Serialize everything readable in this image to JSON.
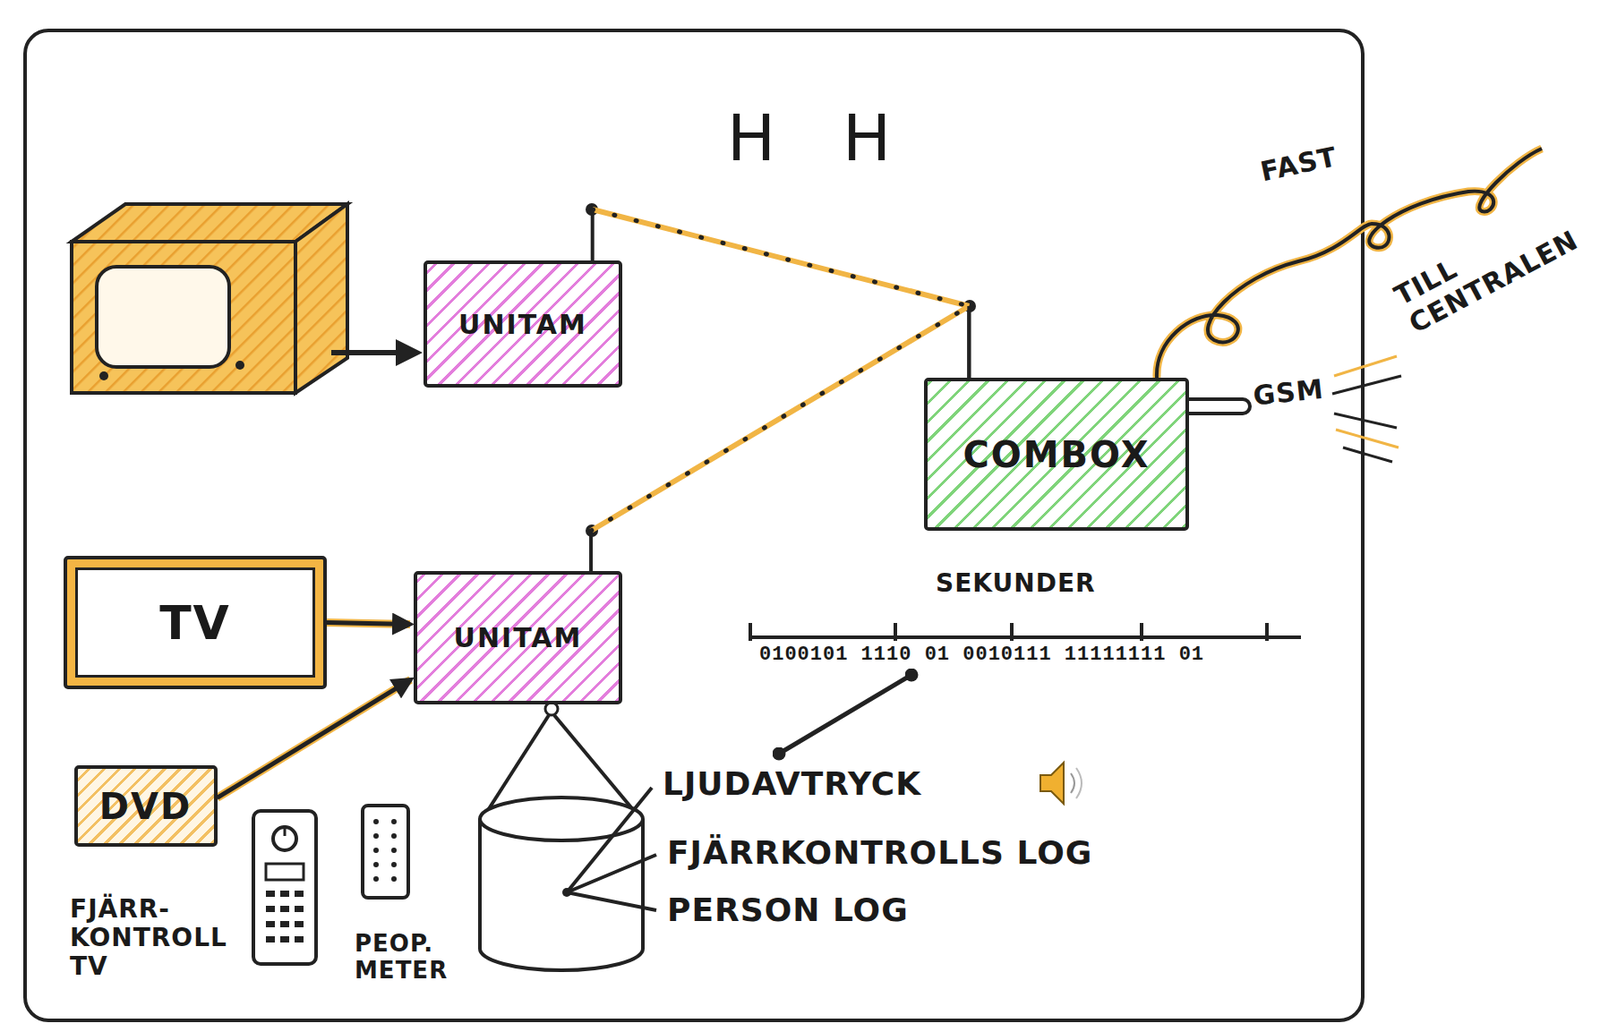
{
  "diagram": {
    "title": "H H",
    "nodes": [
      {
        "text": [
          "UNITAM"
        ]
      },
      {
        "text": [
          "COMBOX"
        ]
      },
      {
        "text": [
          "TV"
        ]
      },
      {
        "text": [
          "UNITAM"
        ]
      },
      {
        "text": [
          "DVD"
        ]
      }
    ],
    "edges": [
      {
        "from": 0,
        "to": 1,
        "arrow": "none"
      },
      {
        "from": 3,
        "to": 1,
        "arrow": "none"
      },
      {
        "from": 2,
        "to": 3,
        "arrow": "to"
      },
      {
        "from": 4,
        "to": 3,
        "arrow": "to"
      }
    ],
    "labels": [
      "FAST",
      "TILL CENTRALEN",
      "GSM",
      "SEKUNDER",
      "0100101 1110 01 0010111 11111111 01",
      "LJUDAVTRYCK",
      "FJÄRRKONTROLLS LOG",
      "PERSON LOG",
      "FJÄRR- KONTROLL TV",
      "PEOP. METER"
    ]
  }
}
